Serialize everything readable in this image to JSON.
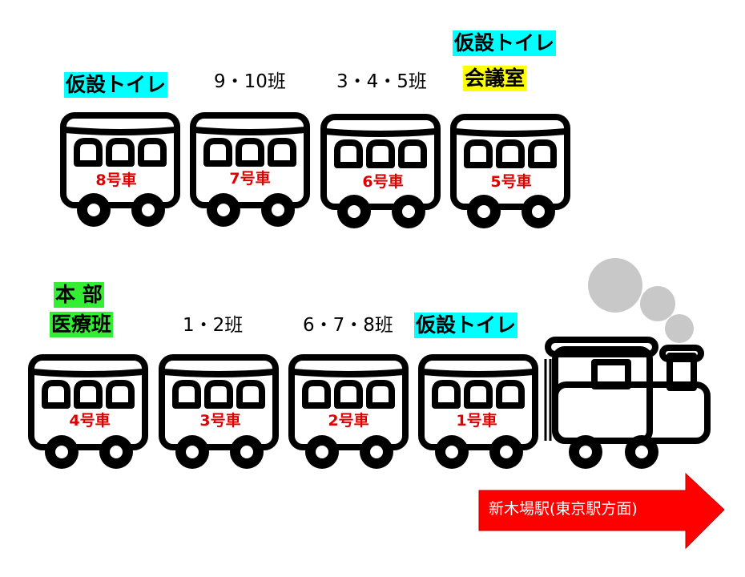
{
  "top_row": [
    {
      "car": "8号車",
      "label": "仮設トイレ",
      "label_style": "cyan"
    },
    {
      "car": "7号車",
      "label": "9・10班",
      "label_style": "plain"
    },
    {
      "car": "6号車",
      "label": "3・4・5班",
      "label_style": "plain"
    },
    {
      "car": "5号車",
      "labels": [
        "仮設トイレ",
        "会議室"
      ],
      "label_styles": [
        "cyan",
        "yellow"
      ]
    }
  ],
  "bottom_row": [
    {
      "car": "4号車",
      "labels": [
        "本 部",
        "医療班"
      ],
      "label_style": "green"
    },
    {
      "car": "3号車",
      "label": "1・2班",
      "label_style": "plain"
    },
    {
      "car": "2号車",
      "label": "6・7・8班",
      "label_style": "plain"
    },
    {
      "car": "1号車",
      "label": "仮設トイレ",
      "label_style": "cyan"
    }
  ],
  "direction": "新木場駅(東京駅方面)",
  "colors": {
    "car_number": "#e00000",
    "arrow": "#ff0000",
    "toilet": "#00ffff",
    "meeting": "#ffff00",
    "hq": "#33ee33",
    "smoke": "#c8c8c8"
  }
}
